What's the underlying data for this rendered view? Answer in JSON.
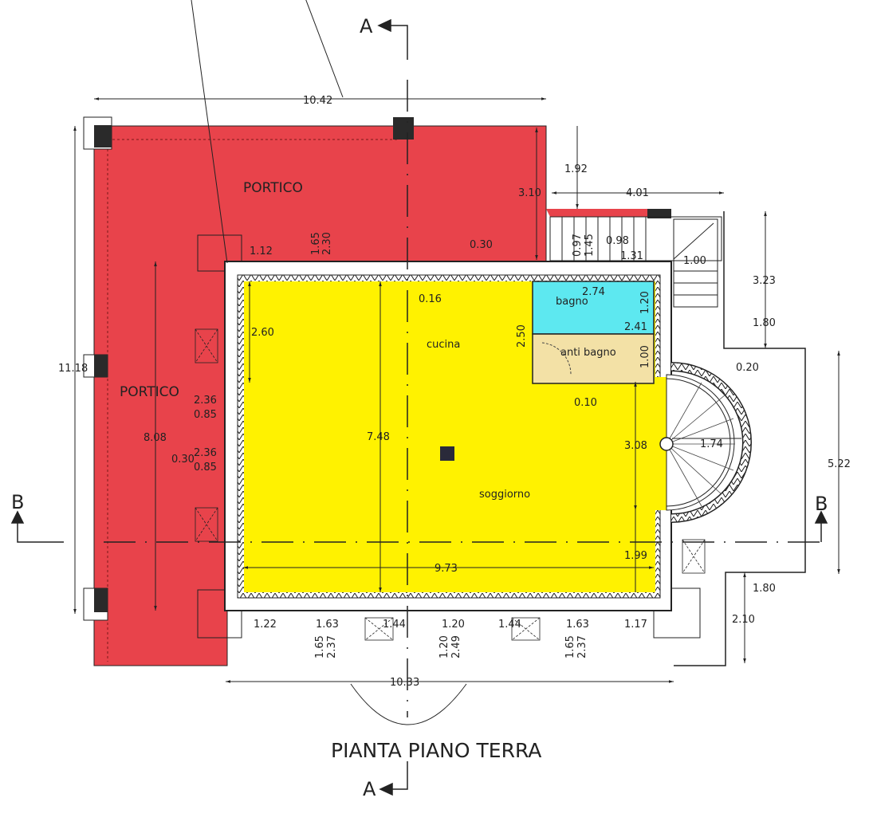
{
  "title": "PIANTA PIANO TERRA",
  "colors": {
    "portico": "#e8434b",
    "living": "#fff200",
    "bagno": "#5de8f0",
    "anti_bagno": "#f3e1a6",
    "line": "#222222"
  },
  "section_markers": {
    "a_top": "A",
    "a_bottom": "A",
    "b_left": "B",
    "b_right": "B"
  },
  "rooms": {
    "portico_top": "PORTICO",
    "portico_left": "PORTICO",
    "cucina": "cucina",
    "soggiorno": "soggiorno",
    "bagno": "bagno",
    "anti_bagno": "anti bagno"
  },
  "dimensions": {
    "overall_width_top": "10.42",
    "overall_height_left": "11.18",
    "portico_depth": "3.10",
    "stair_offset": "1.92",
    "stair_width": "4.01",
    "stair_height": "3.23",
    "right_setback_top": "1.80",
    "right_height": "5.22",
    "right_setback_bottom": "1.80",
    "right_bottom_depth": "2.10",
    "pillar_1_12": "1.12",
    "win_top_165": "1.65",
    "win_top_230": "2.30",
    "wall_030_top": "0.30",
    "wall_016": "0.16",
    "left_260": "2.60",
    "inner_height_808": "8.08",
    "win_left_236_a": "2.36",
    "win_left_085_a": "0.85",
    "win_left_236_b": "2.36",
    "win_left_085_b": "0.85",
    "wall_030_left": "0.30",
    "height_748": "7.48",
    "cucina_250": "2.50",
    "bagno_274": "2.74",
    "bagno_120": "1.20",
    "bagno_241": "2.41",
    "antibagno_100": "1.00",
    "wall_010": "0.10",
    "stair_097": "0.97",
    "stair_145": "1.45",
    "stair_098": "0.98",
    "stair_131": "1.31",
    "stair_100": "1.00",
    "spiral_020": "0.20",
    "spiral_174": "1.74",
    "right_308": "3.08",
    "right_199": "1.99",
    "inner_width_973": "9.73",
    "bottom_122": "1.22",
    "bottom_163_a": "1.63",
    "bottom_144_a": "1.44",
    "bottom_120": "1.20",
    "bottom_144_b": "1.44",
    "bottom_163_b": "1.63",
    "bottom_117": "1.17",
    "win_b1_165": "1.65",
    "win_b1_237": "2.37",
    "win_b2_120": "1.20",
    "win_b2_249": "2.49",
    "win_b3_165": "1.65",
    "win_b3_237": "2.37",
    "overall_width_bottom": "10.33"
  }
}
